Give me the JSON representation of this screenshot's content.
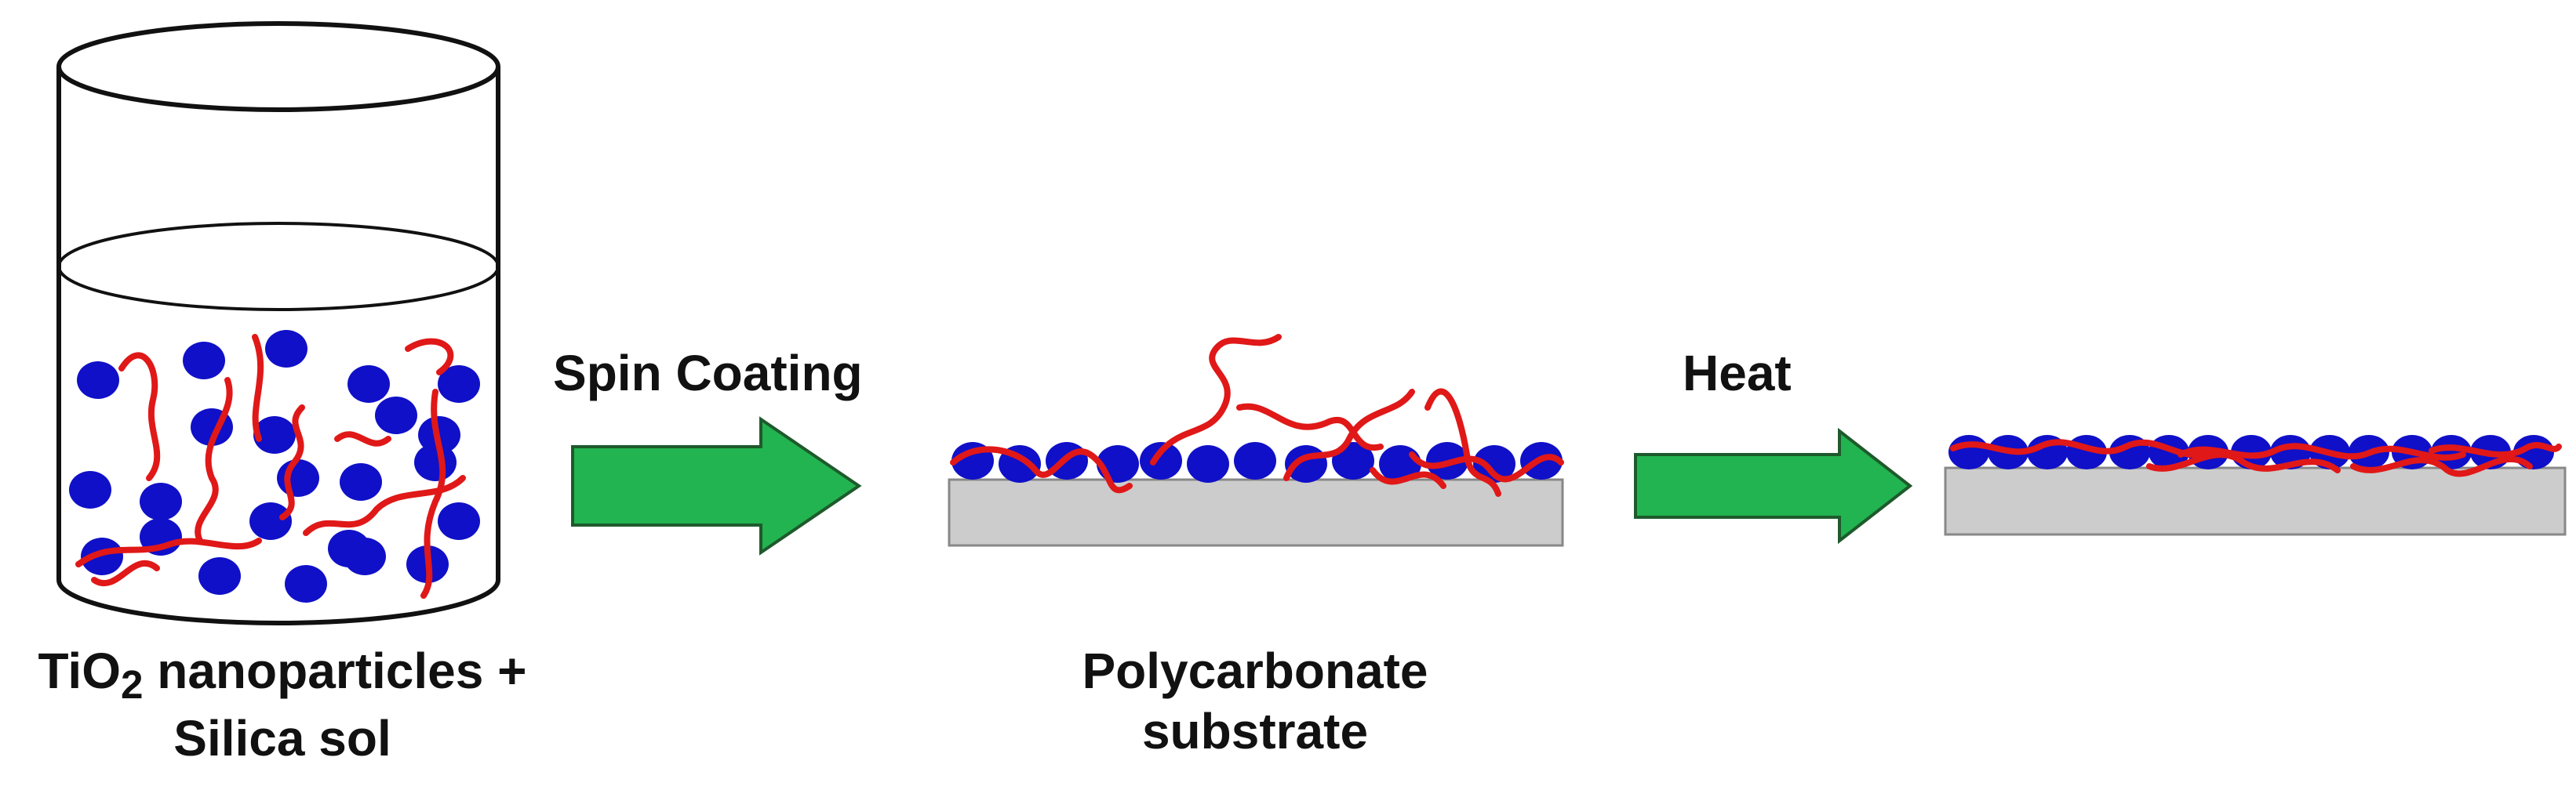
{
  "labels": {
    "step1": "Spin Coating",
    "step2": "Heat",
    "beaker_line1_prefix": "TiO",
    "beaker_line1_sub": "2",
    "beaker_line1_suffix": " nanoparticles +",
    "beaker_line2": "Silica sol",
    "substrate_line1": "Polycarbonate",
    "substrate_line2": "substrate"
  },
  "colors": {
    "nanoparticle": "#1010c8",
    "silica_chain": "#e01818",
    "arrow": "#22b450",
    "arrow_outline": "#1e5a2c",
    "substrate": "#cccccc",
    "outline": "#111111"
  }
}
